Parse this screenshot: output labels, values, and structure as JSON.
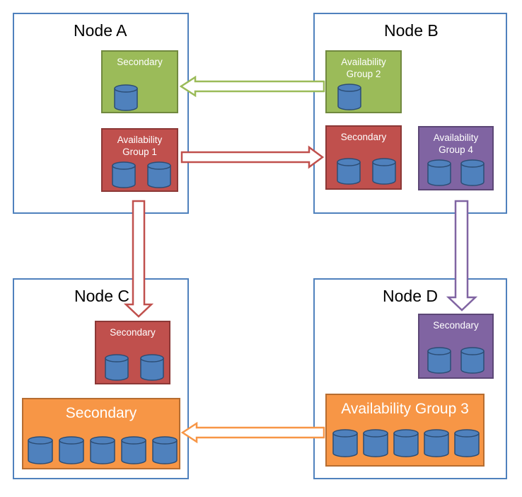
{
  "nodes": {
    "a": {
      "label": "Node A"
    },
    "b": {
      "label": "Node B"
    },
    "c": {
      "label": "Node C"
    },
    "d": {
      "label": "Node D"
    }
  },
  "groups": {
    "a_secondary": {
      "label": "Secondary",
      "color": "#9bbb59",
      "border": "#71893f",
      "db_count": 1
    },
    "a_ag1": {
      "label": "Availability\nGroup 1",
      "color": "#c0504d",
      "border": "#8c3836",
      "db_count": 2
    },
    "b_ag2": {
      "label": "Availability\nGroup 2",
      "color": "#9bbb59",
      "border": "#71893f",
      "db_count": 1
    },
    "b_secondary": {
      "label": "Secondary",
      "color": "#c0504d",
      "border": "#8c3836",
      "db_count": 2
    },
    "b_ag4": {
      "label": "Availability\nGroup 4",
      "color": "#8064a2",
      "border": "#5c4776",
      "db_count": 2
    },
    "c_secondary_red": {
      "label": "Secondary",
      "color": "#c0504d",
      "border": "#8c3836",
      "db_count": 2
    },
    "c_secondary_orange": {
      "label": "Secondary",
      "color": "#f79646",
      "border": "#b66d31",
      "db_count": 5
    },
    "d_secondary": {
      "label": "Secondary",
      "color": "#8064a2",
      "border": "#5c4776",
      "db_count": 2
    },
    "d_ag3": {
      "label": "Availability Group 3",
      "color": "#f79646",
      "border": "#b66d31",
      "db_count": 5
    }
  },
  "arrows": {
    "green": {
      "color": "#9bbb59"
    },
    "red_h": {
      "color": "#c0504d"
    },
    "red_v": {
      "color": "#c0504d"
    },
    "purple": {
      "color": "#8064a2"
    },
    "orange": {
      "color": "#f79646"
    }
  },
  "database_color": "#4f81bd"
}
